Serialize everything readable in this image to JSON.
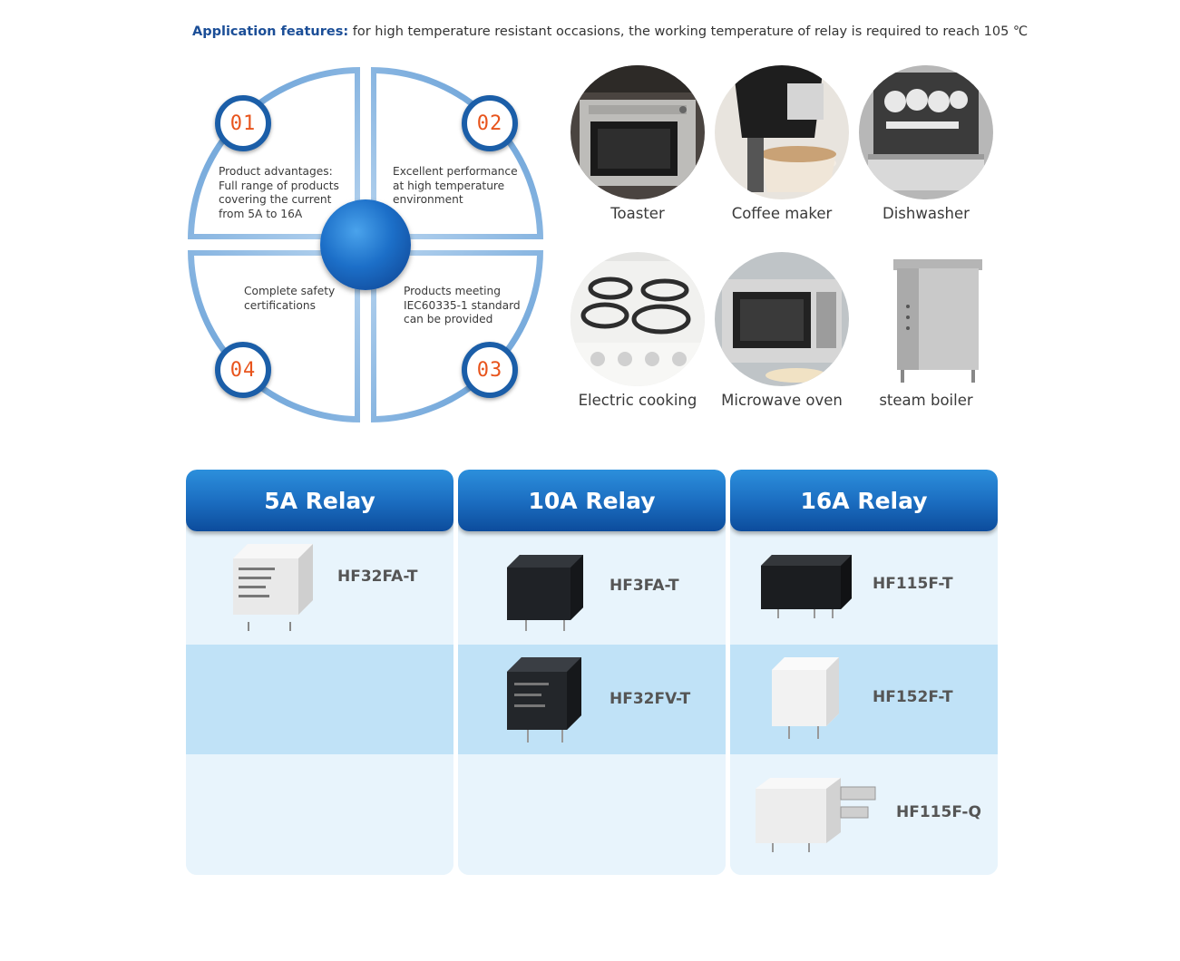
{
  "headline": {
    "label": "Application features:",
    "text": "for high temperature resistant occasions, the working temperature of relay is required to reach 105 ℃"
  },
  "features": [
    {
      "num": "01",
      "text": "Product advantages: Full range of products covering the current from 5A to 16A"
    },
    {
      "num": "02",
      "text": "Excellent performance at high temperature environment"
    },
    {
      "num": "03",
      "text": "Products meeting IEC60335-1 standard can be provided"
    },
    {
      "num": "04",
      "text": "Complete safety certifications"
    }
  ],
  "appliances": [
    "Toaster",
    "Coffee maker",
    "Dishwasher",
    "Electric cooking",
    "Microwave oven",
    "steam boiler"
  ],
  "relays": [
    {
      "title": "5A Relay",
      "models": [
        "HF32FA-T"
      ]
    },
    {
      "title": "10A Relay",
      "models": [
        "HF3FA-T",
        "HF32FV-T"
      ]
    },
    {
      "title": "16A Relay",
      "models": [
        "HF115F-T",
        "HF152F-T",
        "HF115F-Q"
      ]
    }
  ],
  "colors": {
    "brand_blue": "#1b4e97",
    "number_orange": "#e8541c",
    "row_light": "#e8f4fc",
    "row_dark": "#c0e2f7"
  }
}
